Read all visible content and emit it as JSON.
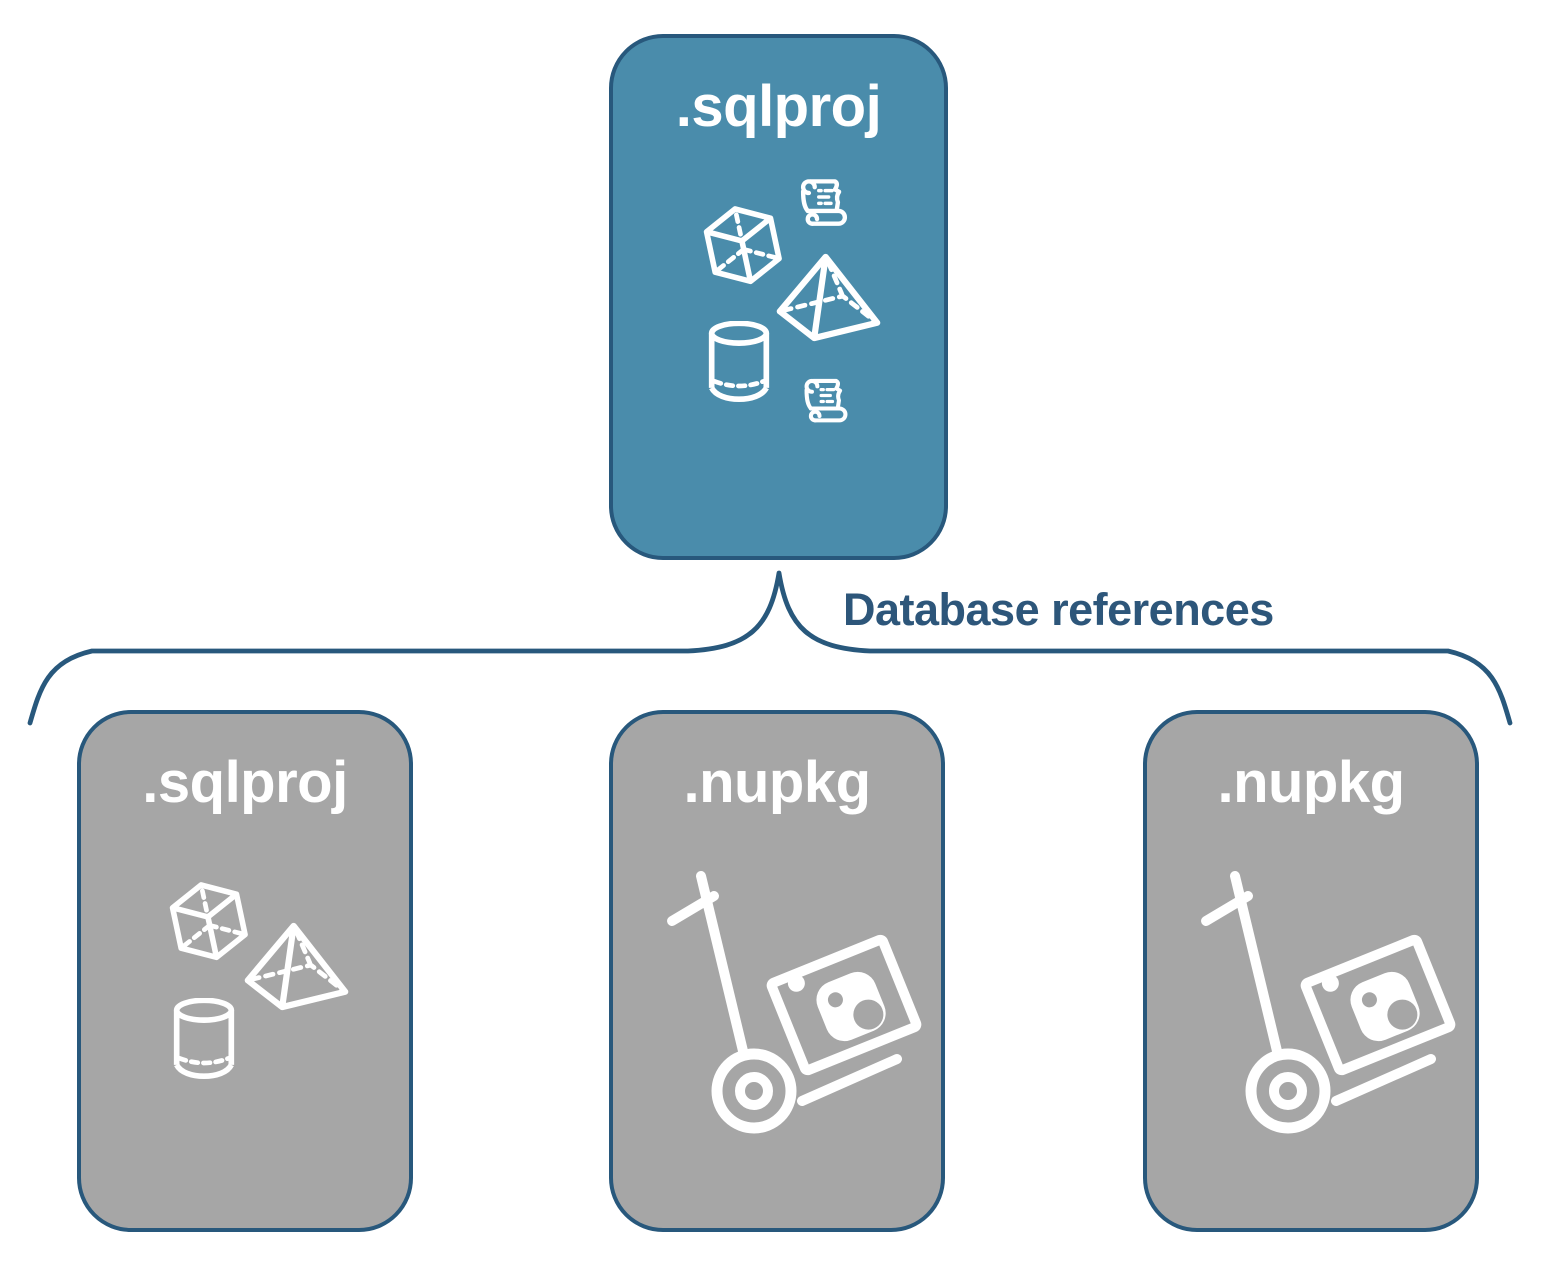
{
  "diagram": {
    "root_node": {
      "label": ".sqlproj",
      "icons": [
        "cube-icon",
        "script-scroll-icon",
        "pyramid-icon",
        "cylinder-icon",
        "script-scroll-icon"
      ]
    },
    "connector": {
      "label": "Database references"
    },
    "child_nodes": [
      {
        "label": ".sqlproj",
        "icons": [
          "cube-icon",
          "pyramid-icon",
          "cylinder-icon"
        ]
      },
      {
        "label": ".nupkg",
        "icons": [
          "nuget-handtruck-icon"
        ]
      },
      {
        "label": ".nupkg",
        "icons": [
          "nuget-handtruck-icon"
        ]
      }
    ],
    "colors": {
      "root_fill": "#4a8cab",
      "child_fill": "#a6a6a6",
      "stroke": "#28587c",
      "node_label": "#ffffff",
      "connector_label_color": "#2d567a",
      "icon_color": "#ffffff",
      "background": "#ffffff"
    }
  }
}
